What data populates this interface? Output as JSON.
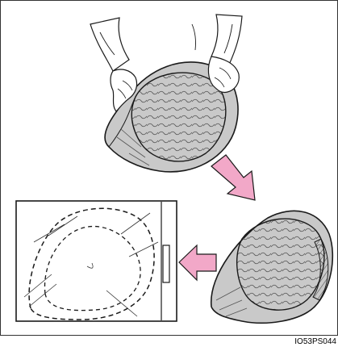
{
  "figure": {
    "code": "IO53PS044",
    "colors": {
      "sunshade_fill": "#c9c9c9",
      "arrow_fill": "#f2a8c8",
      "line": "#1a1a1a",
      "background": "#ffffff",
      "frame": "#333333"
    },
    "steps": [
      "twist-sunshade-with-hands",
      "folded-sunshade",
      "place-in-storage-bag"
    ]
  }
}
